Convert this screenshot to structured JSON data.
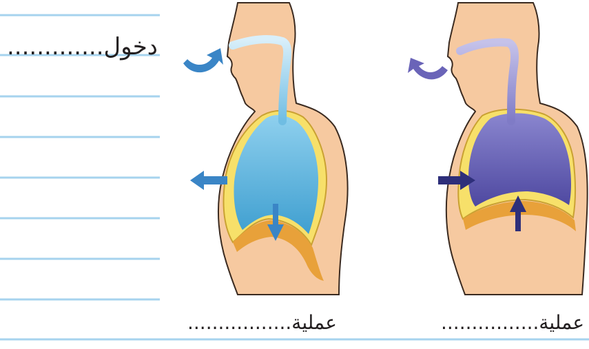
{
  "labels": {
    "inhale_prompt": "دخول.............",
    "process_left": "عملية.................",
    "process_right": "عملية................"
  },
  "colors": {
    "ruled_line": "#a6d3ee",
    "skin": "#f6c9a0",
    "skin_outline": "#3a2a20",
    "diaphragm_yellow": "#f7e06a",
    "diaphragm_orange": "#e8a13a",
    "inhale_lung": "#5fb4dc",
    "inhale_airway": "#c2e3f4",
    "inhale_arrow": "#3a85c6",
    "exhale_lung": "#6a64b8",
    "exhale_airway": "#a7a3d9",
    "exhale_arrow": "#2e2f7a",
    "text": "#231f20"
  },
  "figures": [
    {
      "name": "inhalation",
      "air_arrow": "air-inward-curved-arrow",
      "chest_arrow": "chest-outward-arrow",
      "diaphragm_arrow": "diaphragm-down-arrow"
    },
    {
      "name": "exhalation",
      "air_arrow": "air-outward-curved-arrow",
      "chest_arrow": "chest-inward-arrow",
      "diaphragm_arrow": "diaphragm-up-arrow"
    }
  ]
}
